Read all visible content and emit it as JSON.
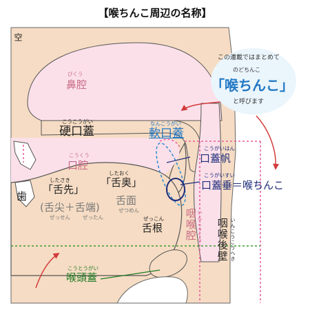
{
  "title": "【喉ちんこ周辺の名称】",
  "cut_label": "空",
  "hikuu": {
    "ruby": "びくう",
    "name": "鼻腔"
  },
  "koukougai": {
    "ruby": "こうこうがい",
    "name": "硬口蓋"
  },
  "nankougai": {
    "ruby": "なんこうがい",
    "name": "軟口蓋"
  },
  "koukuu": {
    "ruby": "こうくう",
    "name": "口腔"
  },
  "ha": {
    "name": "歯"
  },
  "zessen": {
    "ruby": "したさき",
    "name": "「舌先」",
    "detail": "(舌尖＋舌端)",
    "ruby_sen": "ぜっせん",
    "ruby_tan": "ぜったん"
  },
  "shitaoku": {
    "ruby": "したおく",
    "name": "「舌奥」"
  },
  "zetsumen": {
    "name": "舌面",
    "ruby": "ぜつめん"
  },
  "zekkon": {
    "ruby": "ぜっこん",
    "name": "舌根"
  },
  "intoukuu": {
    "name": "咽喉腔",
    "ruby": "いんこうくう"
  },
  "inkoukouheki": {
    "name": "咽喉後壁",
    "ruby": "いんこうこうへき"
  },
  "kougaihan": {
    "ruby": "こうがいはん",
    "name": "口蓋帆"
  },
  "kougaisui": {
    "ruby": "こうがいすい",
    "name": "口蓋垂＝喉ちんこ"
  },
  "koutougai": {
    "ruby": "こうとうがい",
    "name": "喉頭蓋"
  },
  "bubble": {
    "line1": "この連載ではまとめて",
    "line2": "のどちんこ",
    "main": "「喉ちんこ」",
    "line3": "と呼びます"
  },
  "colors": {
    "tissue": "#f6dcc4",
    "cavity": "#fbe0ea",
    "outline": "#555555",
    "accent_red": "#d23a3a",
    "pink_dash": "#e85a9a",
    "green_dash": "#3a9a2a",
    "blue_dash": "#2a8ad0",
    "navy": "#1d2c7a"
  }
}
